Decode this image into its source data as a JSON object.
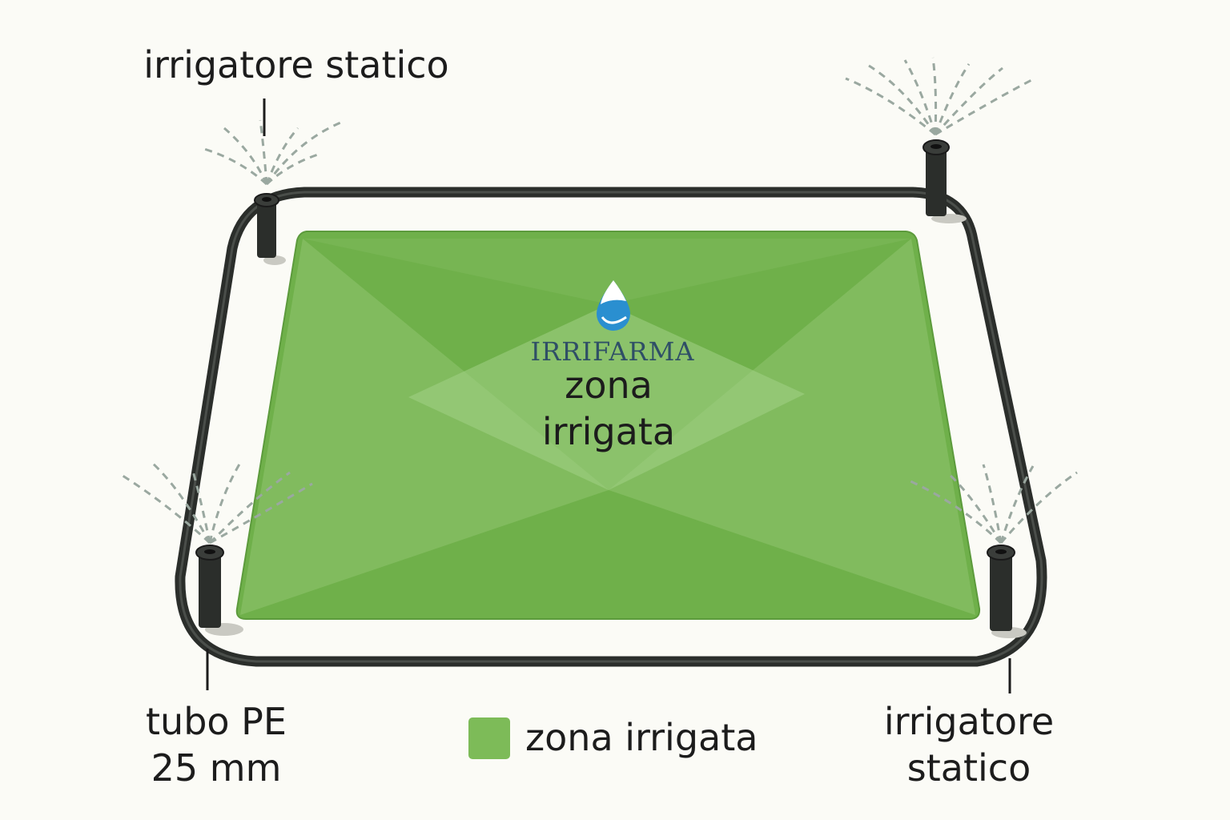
{
  "labels": {
    "sprinkler_top_left": "irrigatore statico",
    "sprinkler_bottom_right": "irrigatore statico",
    "pipe": "tubo PE 25 mm",
    "zone_center": "zona irrigata"
  },
  "brand": {
    "name": "IRRIFARMA"
  },
  "legend": {
    "zone_label": "zona irrigata",
    "zone_color": "#7dbb58"
  },
  "colors": {
    "background": "#fbfbf6",
    "lawn": "#6fb04a",
    "pipe": "#2b2e2b",
    "spray": "#9aa8a0",
    "drop": "#2a8fd0"
  },
  "icons": [
    "water-drop-icon",
    "sprinkler-icon"
  ]
}
